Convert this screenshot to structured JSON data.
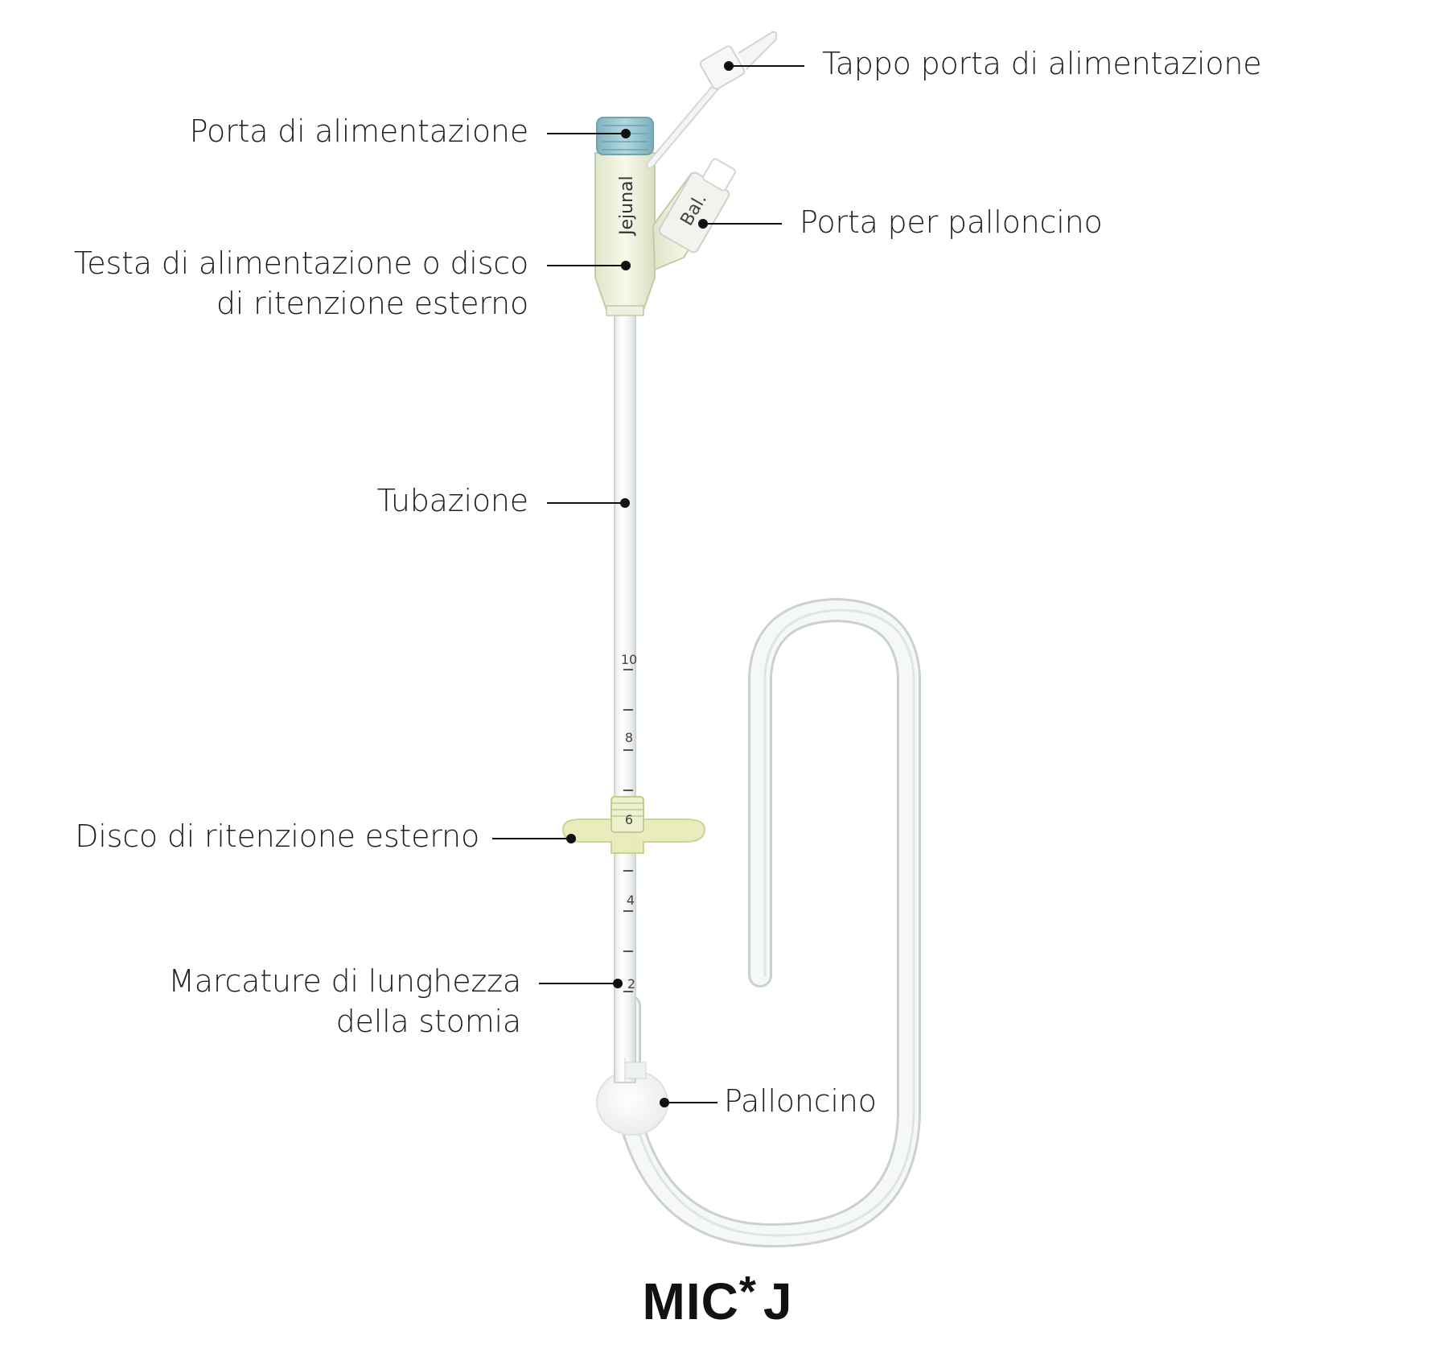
{
  "title": {
    "name": "MIC",
    "symbol": "*",
    "suffix": "J"
  },
  "device_markings": {
    "feeding_port_text": "Jejunal",
    "balloon_port_text": "Bal.",
    "scale_marks": [
      "10",
      "8",
      "6",
      "4",
      "2"
    ]
  },
  "labels": {
    "feeding_port_cap": "Tappo porta di alimentazione",
    "feeding_port": "Porta di alimentazione",
    "balloon_port": "Porta per palloncino",
    "feeding_head": [
      "Testa di alimentazione o disco",
      "di ritenzione esterno"
    ],
    "tubing": "Tubazione",
    "external_disc": "Disco di ritenzione esterno",
    "length_markings": [
      "Marcature di lunghezza",
      "della stomia"
    ],
    "balloon": "Palloncino"
  },
  "colors": {
    "tube": "#f3f6f3",
    "tube_edge": "#c9d2cd",
    "port_blue": "#8ebfca",
    "disc_yellow": "#e8ecb8",
    "text": "#1f1f1f"
  }
}
